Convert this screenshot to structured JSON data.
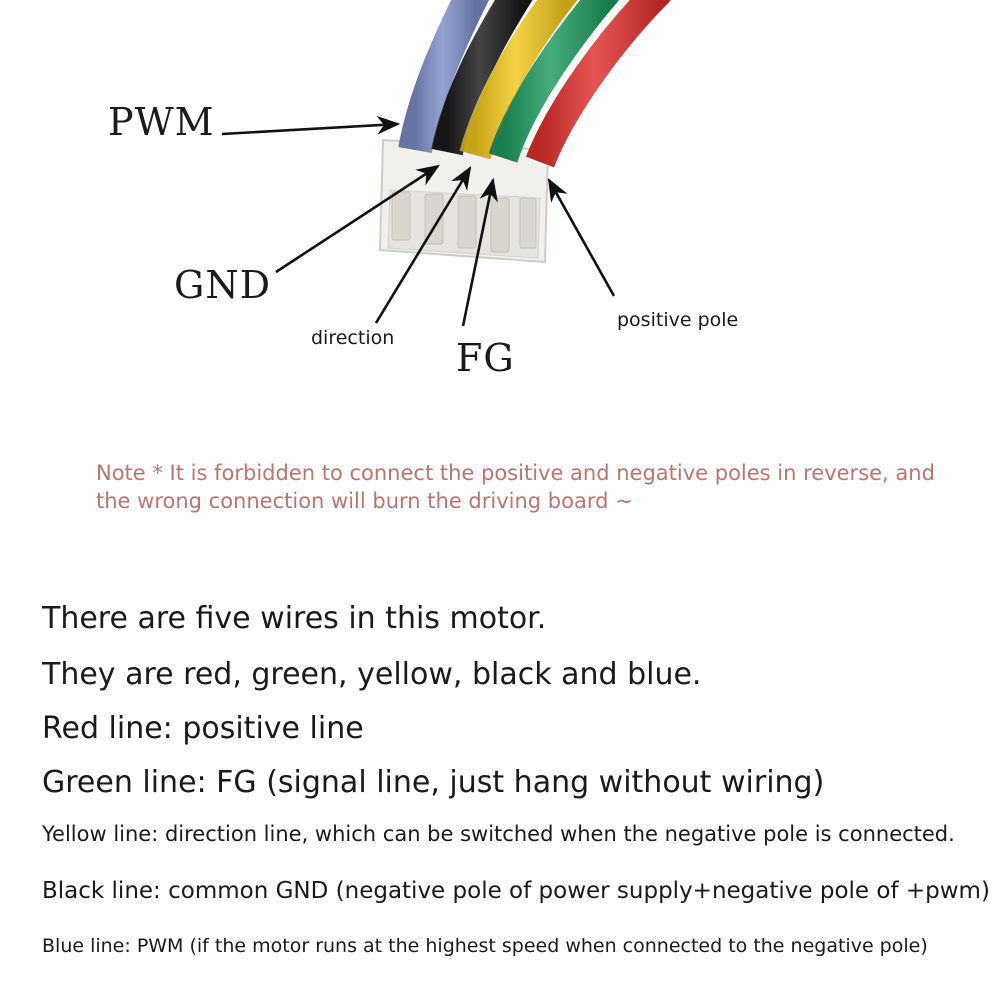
{
  "labels": {
    "pwm": "PWM",
    "gnd": "GND",
    "direction": "direction",
    "fg": "FG",
    "positive": "positive pole"
  },
  "wire_colors": {
    "blue": "#7d8fc9",
    "black": "#1b1b1d",
    "yellow": "#f2c81c",
    "green": "#1e9a5e",
    "red": "#e0302d"
  },
  "note": "Note * It is forbidden to connect the positive and negative poles in reverse, and the wrong connection will burn the driving board ~",
  "description": [
    "There are five wires in this motor.",
    "They are red, green, yellow, black and blue.",
    "Red line: positive line",
    "Green line: FG (signal line, just hang without wiring)",
    "Yellow line: direction line, which can be switched when the negative pole is connected.",
    "Black line: common GND (negative pole of power supply+negative pole of +pwm)",
    "Blue line: PWM (if the motor runs at the highest speed when connected to the negative pole)"
  ]
}
